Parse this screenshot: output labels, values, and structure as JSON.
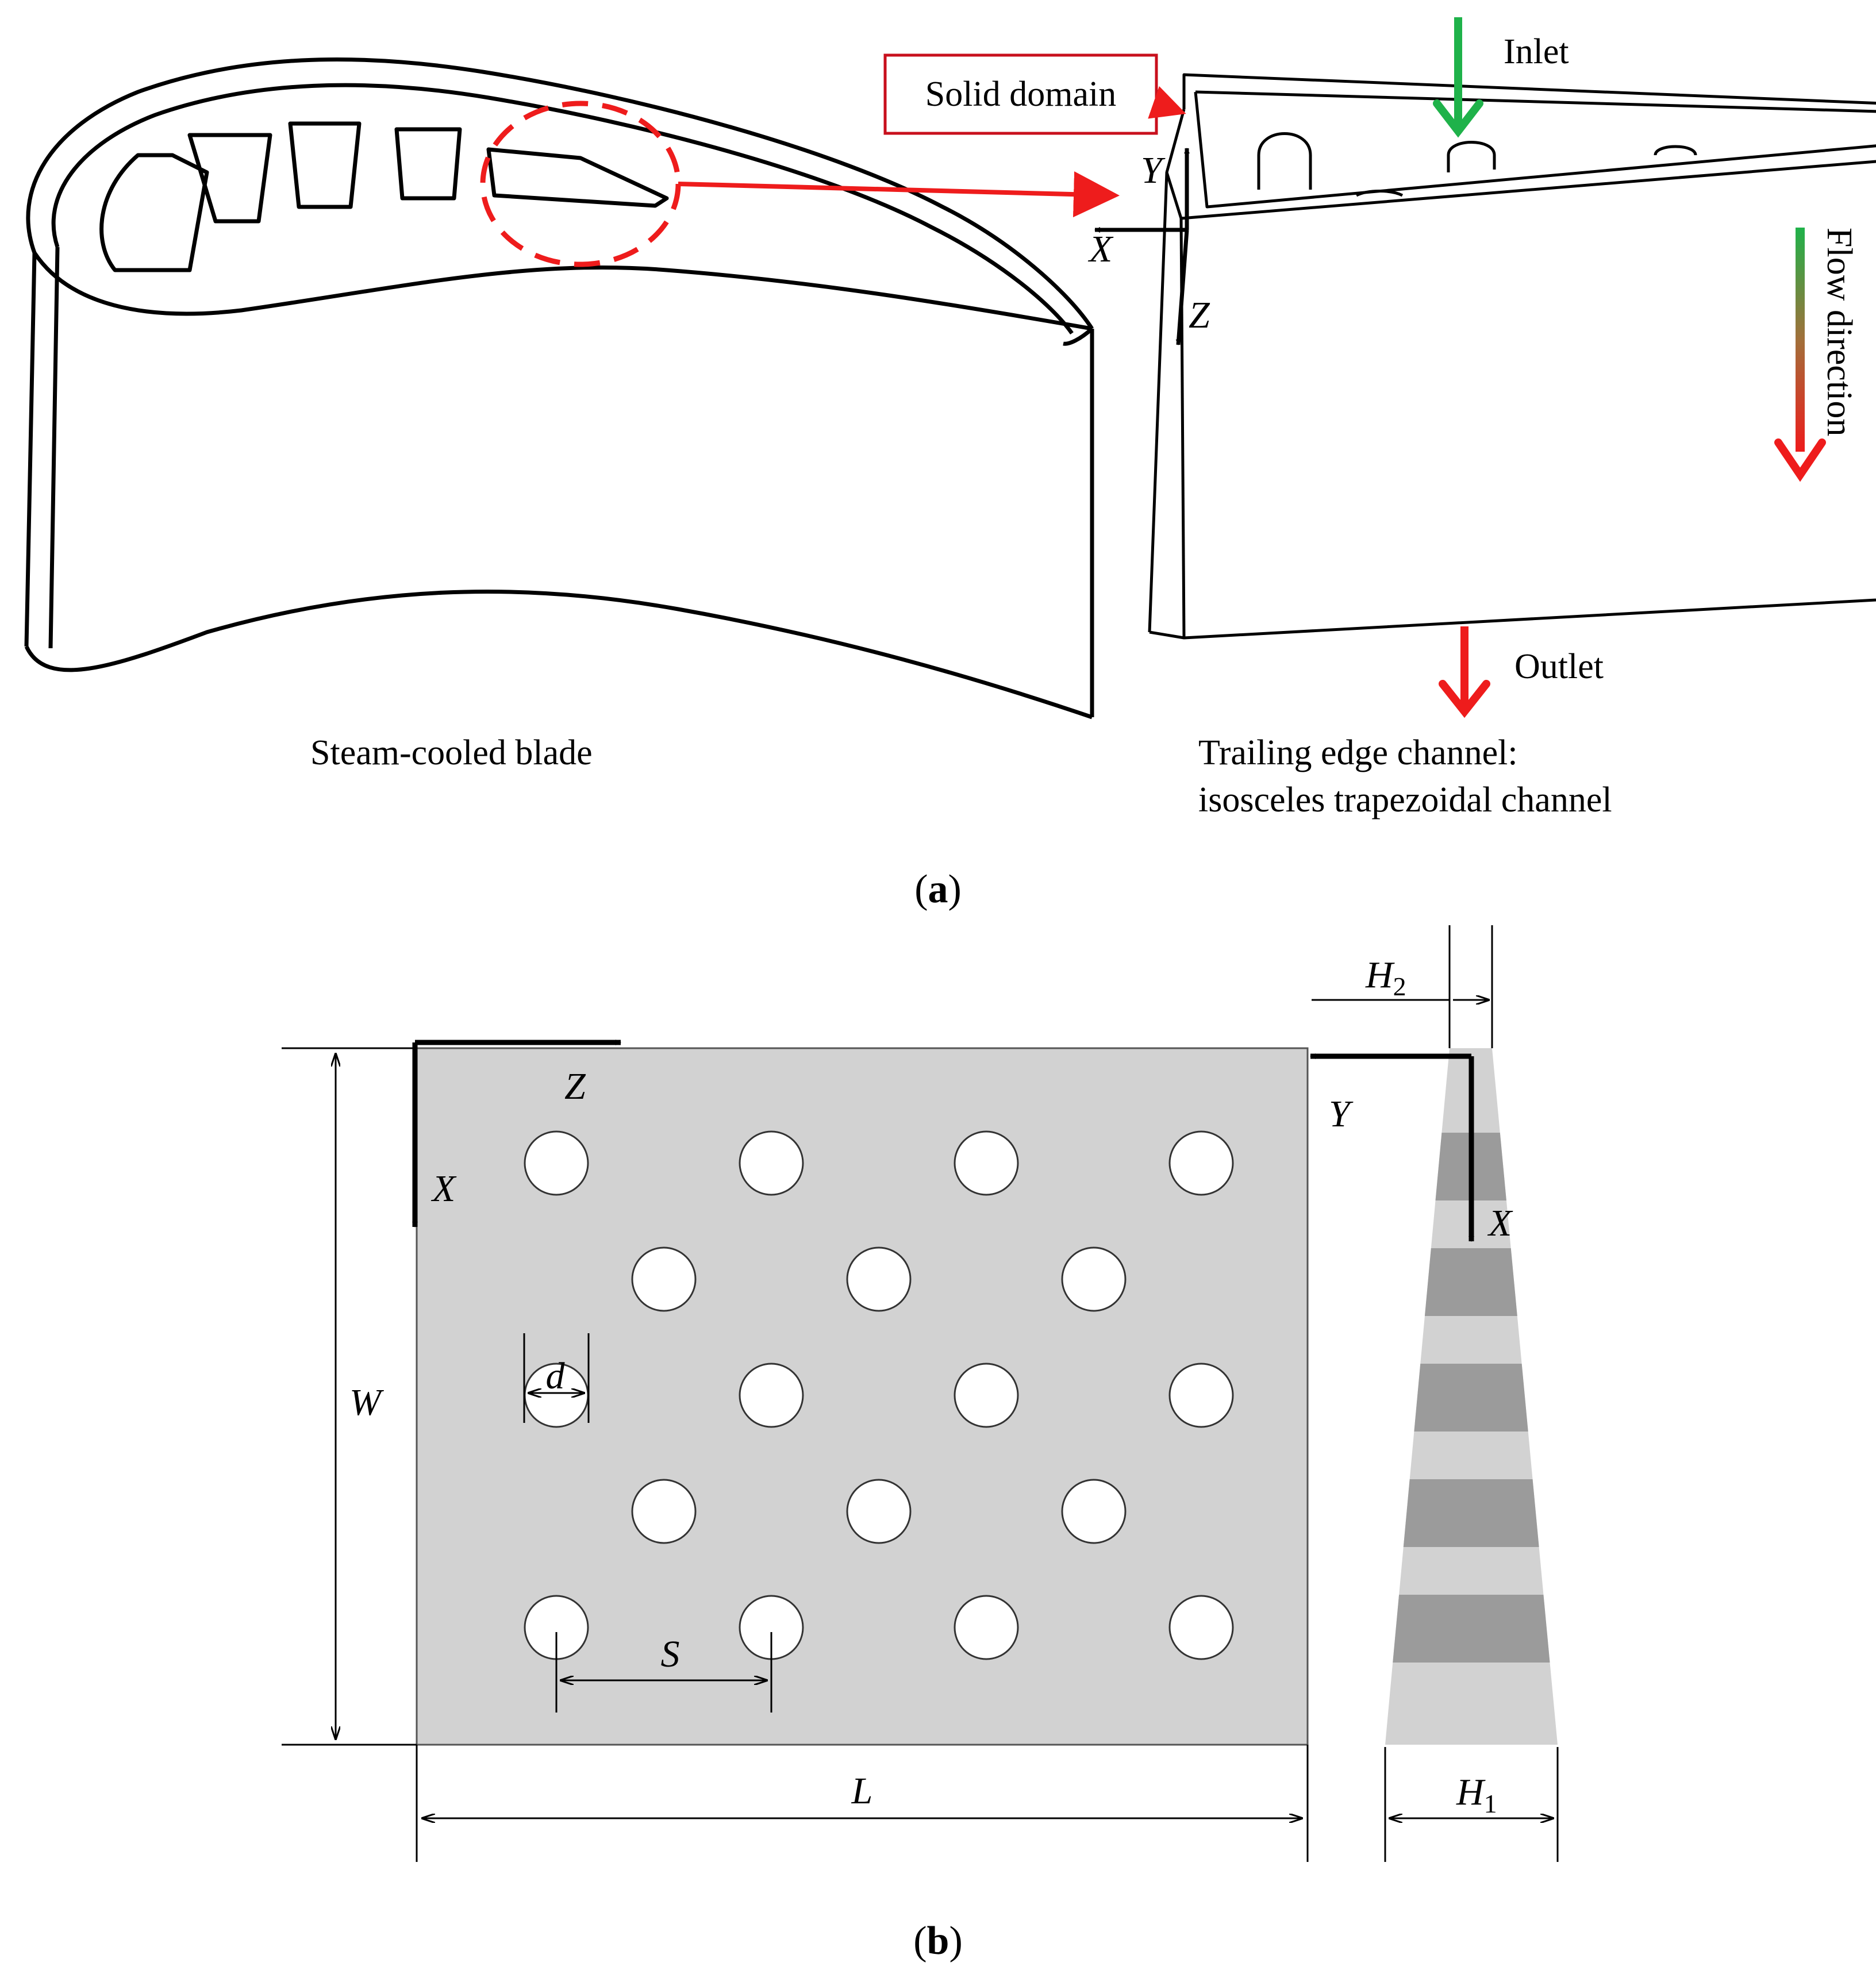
{
  "panel_a": {
    "solid_domain": "Solid domain",
    "inlet": "Inlet",
    "outlet": "Outlet",
    "flow_direction": "Flow direction",
    "blade_caption": "Steam-cooled blade",
    "channel_caption_1": "Trailing edge channel:",
    "channel_caption_2": "isosceles trapezoidal channel",
    "axes": {
      "x": "X",
      "y": "Y",
      "z": "Z"
    },
    "tag_open": "(",
    "tag_letter": "a",
    "tag_close": ")"
  },
  "panel_b": {
    "axes": {
      "x": "X",
      "y": "Y",
      "z": "Z"
    },
    "dim_d": "d",
    "dim_s": "S",
    "dim_w": "W",
    "dim_l": "L",
    "dim_h1_base": "H",
    "dim_h1_sub": "1",
    "dim_h2_base": "H",
    "dim_h2_sub": "2",
    "tag_open": "(",
    "tag_letter": "b",
    "tag_close": ")",
    "hole_rows": [
      4,
      3,
      4,
      3,
      4
    ]
  },
  "colors": {
    "plate": "#d2d2d2",
    "band": "#9b9b9b",
    "red": "#ee1c1c",
    "green": "#1fb24a",
    "black": "#000000"
  }
}
